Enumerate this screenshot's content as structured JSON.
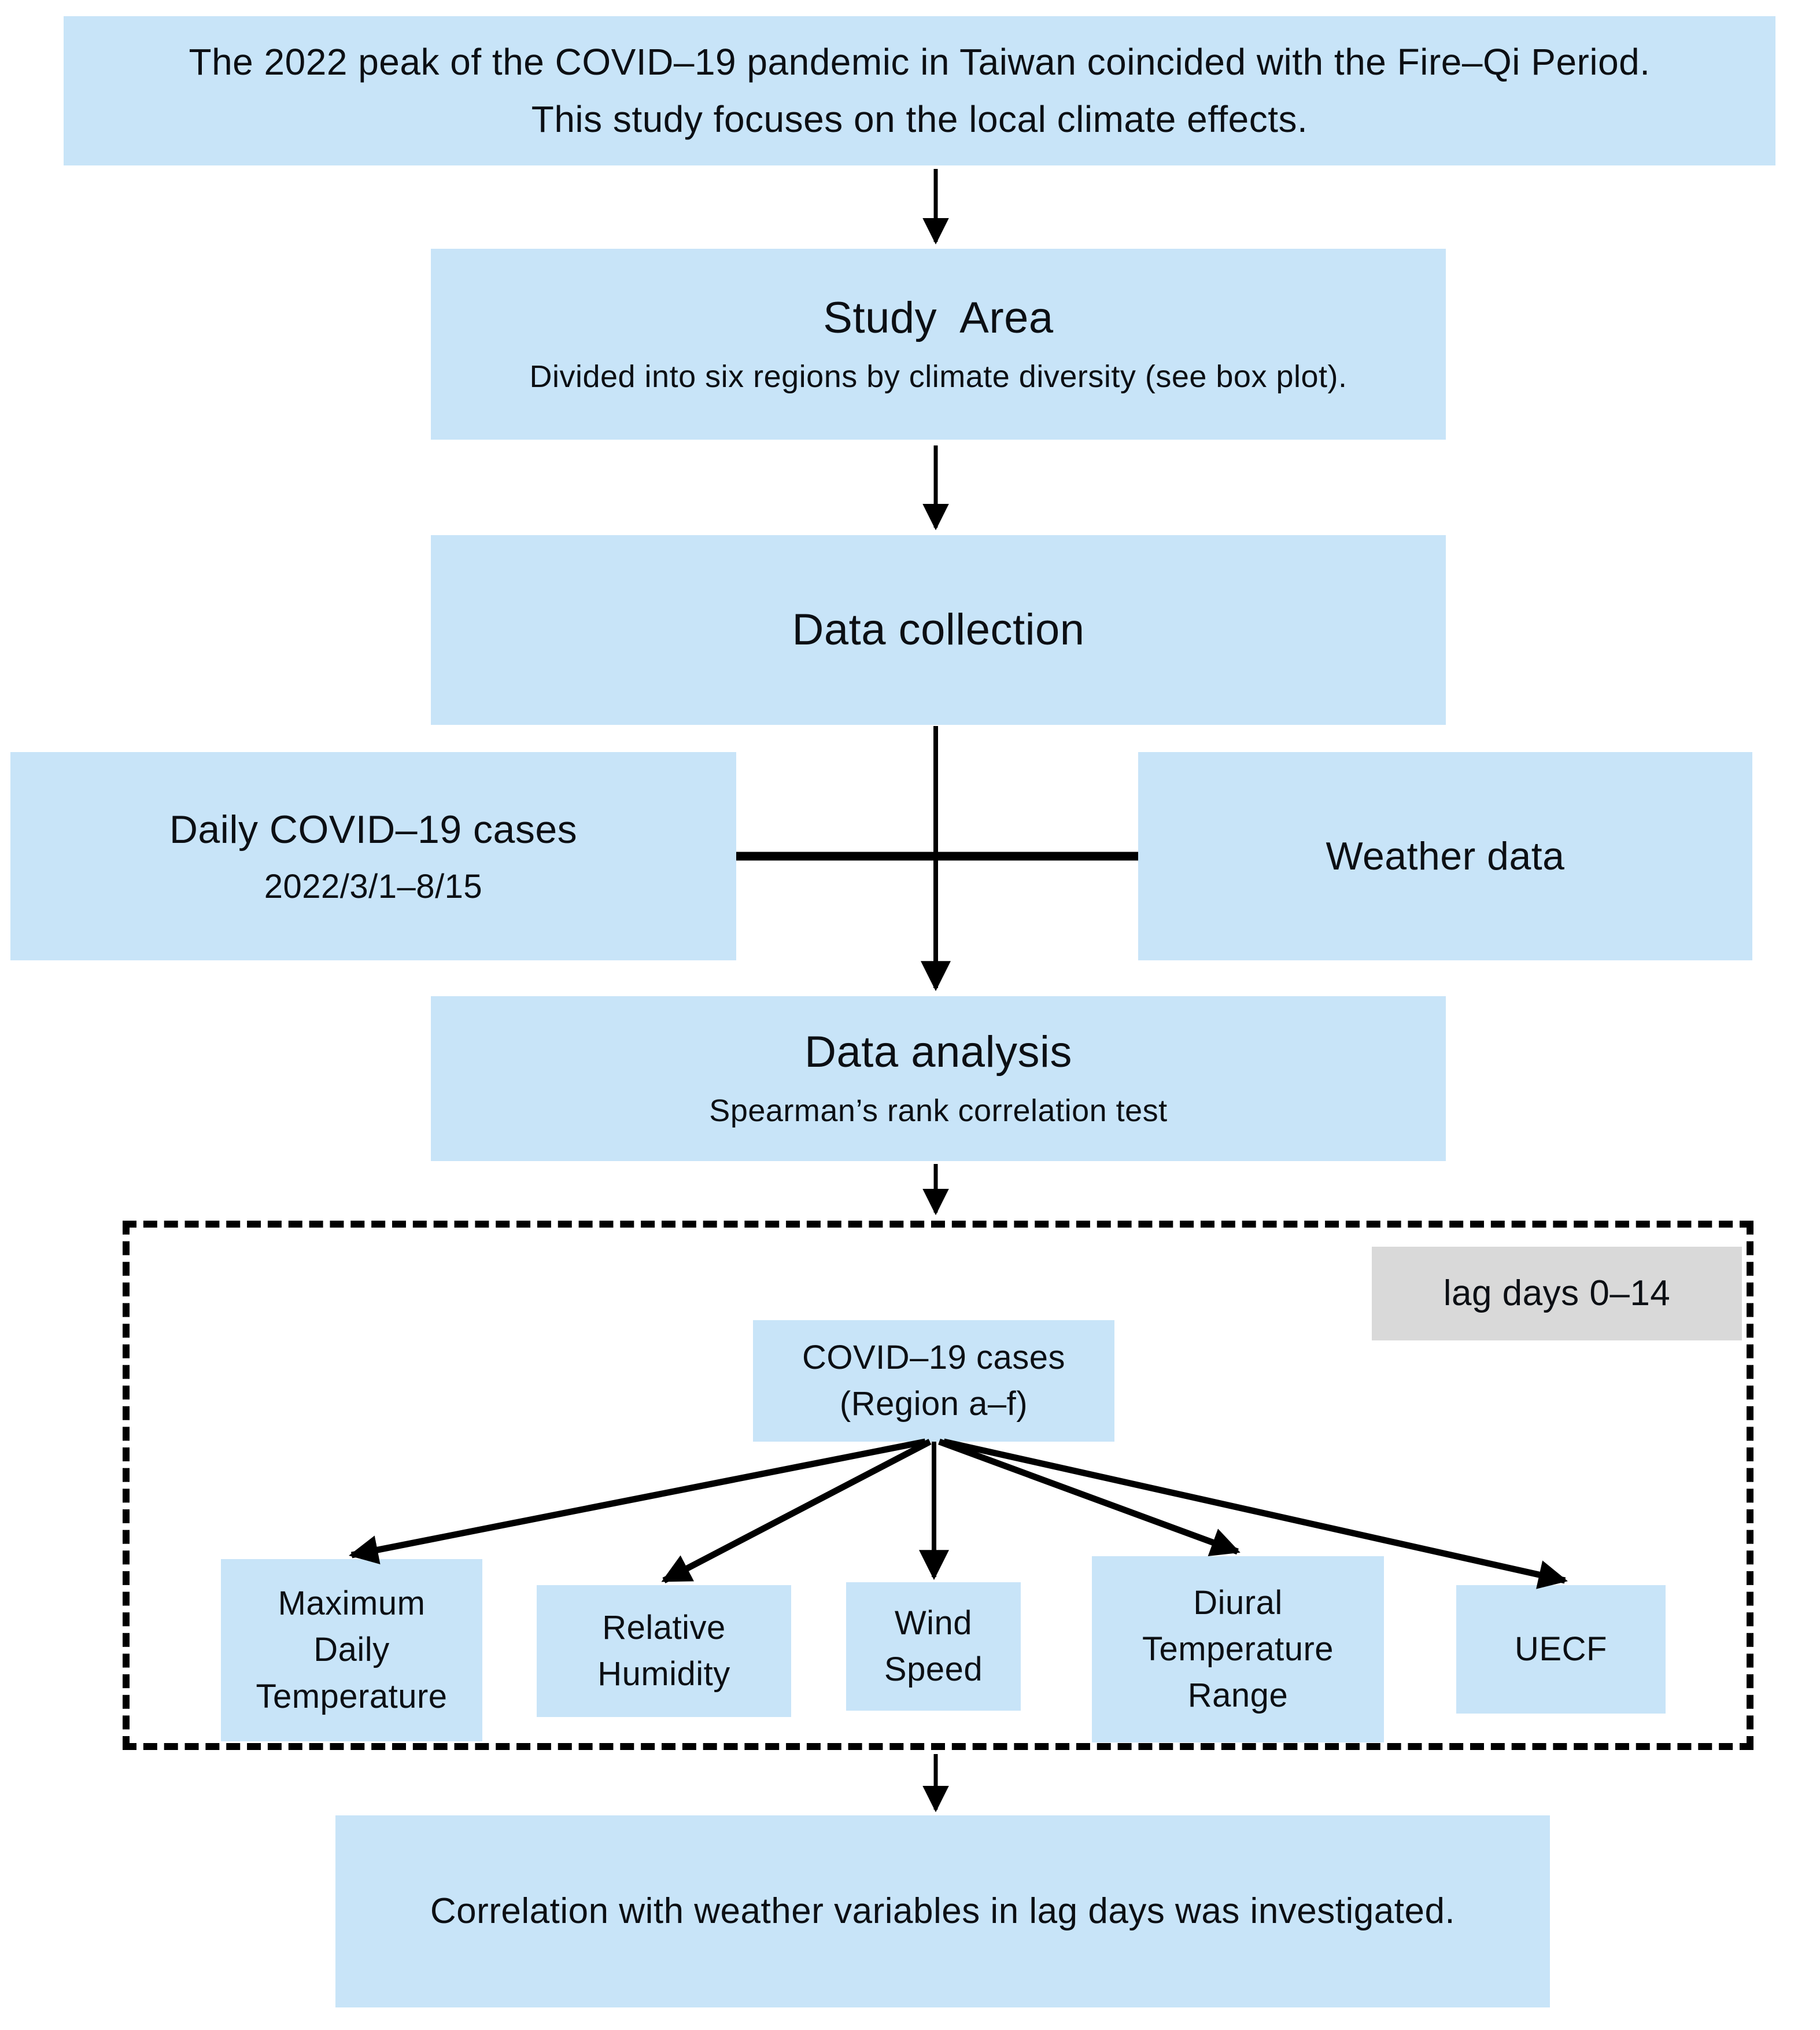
{
  "colors": {
    "node_fill": "#c8e4f8",
    "lag_fill": "#d9d9d9",
    "text": "#0c0f14",
    "line": "#000000"
  },
  "nodes": {
    "intro": {
      "line1": "The 2022 peak of the COVID–19 pandemic in Taiwan coincided with the Fire–Qi Period.",
      "line2": "This study focuses on the local climate effects."
    },
    "study_area": {
      "title": "Study  Area",
      "subtitle": "Divided into six regions by climate diversity (see box plot)."
    },
    "data_collection": {
      "title": "Data collection"
    },
    "daily_cases": {
      "title": "Daily COVID–19 cases",
      "subtitle": "2022/3/1–8/15"
    },
    "weather": {
      "title": "Weather data"
    },
    "data_analysis": {
      "title": "Data analysis",
      "subtitle": "Spearman’s rank correlation test"
    },
    "lag_days": {
      "label": "lag days 0–14"
    },
    "covid_cases_region": {
      "line1": "COVID–19 cases",
      "line2": "(Region a–f)"
    },
    "variables": [
      {
        "label": "Maximum\nDaily\nTemperature"
      },
      {
        "label": "Relative\nHumidity"
      },
      {
        "label": "Wind\nSpeed"
      },
      {
        "label": "Diural\nTemperature\nRange"
      },
      {
        "label": "UECF"
      }
    ],
    "conclusion": {
      "title": "Correlation with weather variables in lag days was investigated."
    }
  }
}
